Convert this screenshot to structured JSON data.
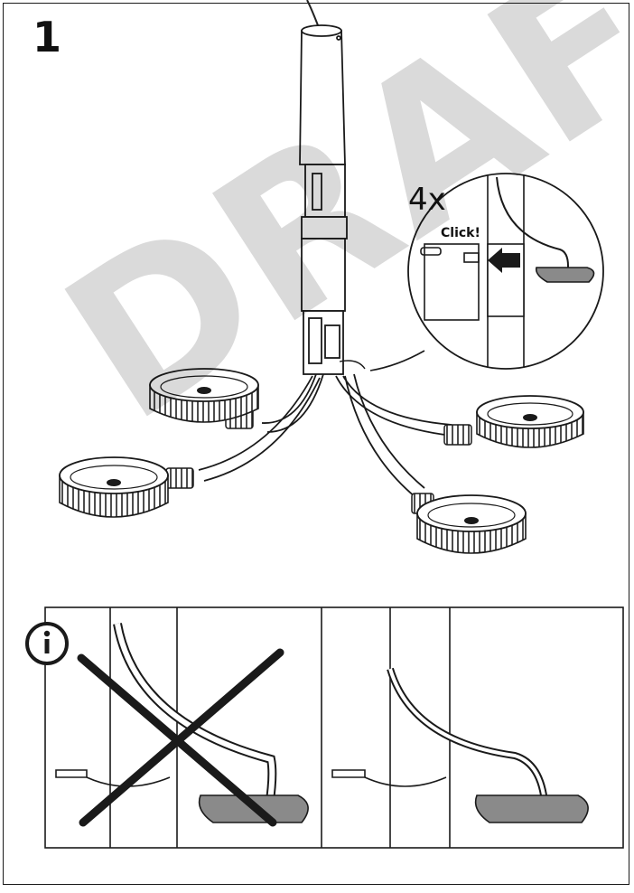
{
  "step": {
    "number": "1",
    "quantity": "4x",
    "click_text": "Click!"
  },
  "watermark": "DRAFT",
  "icons": {
    "info": "info-icon",
    "cross": "cross-out-icon",
    "arrow": "push-arrow-icon"
  },
  "colors": {
    "line": "#1a1a1a",
    "clip_grey": "#8a8a8a",
    "shadow_grey": "#6e6e6e",
    "watermark_grey": "#d6d6d6"
  }
}
